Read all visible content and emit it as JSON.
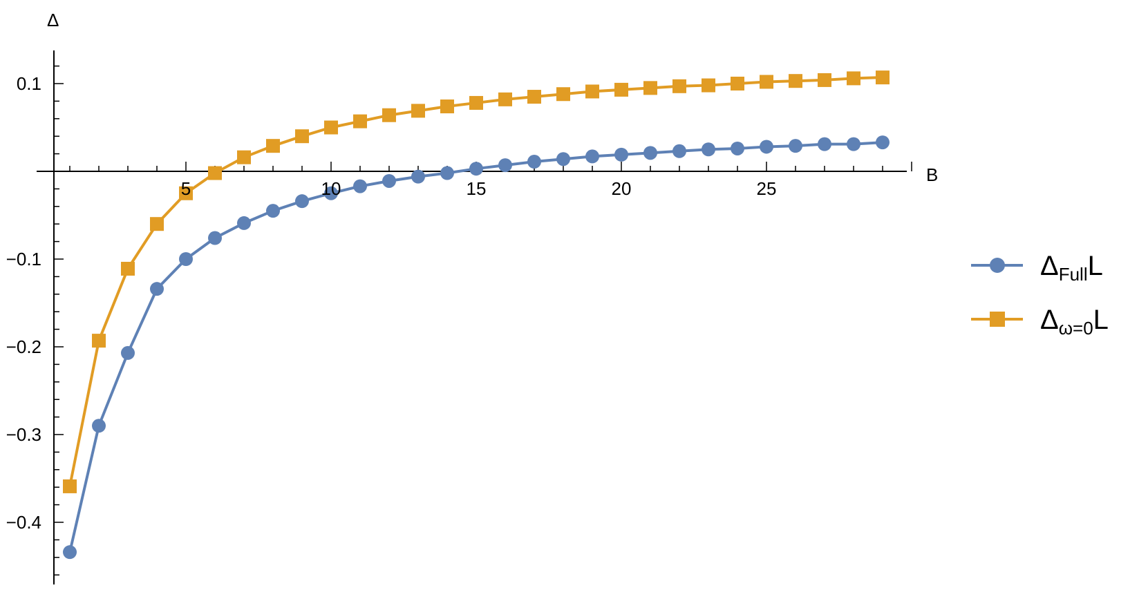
{
  "chart_data": {
    "type": "line",
    "title": "",
    "xlabel": "B",
    "ylabel": "Δ",
    "xlim": [
      0.45,
      30
    ],
    "ylim": [
      -0.46,
      0.14
    ],
    "x_ticks": [
      5,
      10,
      15,
      20,
      25
    ],
    "y_ticks": [
      0.1,
      -0.1,
      -0.2,
      -0.3,
      -0.4
    ],
    "y_tick_labels": [
      "0.1",
      "-0.1",
      "-0.2",
      "-0.3",
      "-0.4"
    ],
    "legend_position": "right",
    "x": [
      1,
      2,
      3,
      4,
      5,
      6,
      7,
      8,
      9,
      10,
      11,
      12,
      13,
      14,
      15,
      16,
      17,
      18,
      19,
      20,
      21,
      22,
      23,
      24,
      25,
      26,
      27,
      28,
      29
    ],
    "series": [
      {
        "name": "Δ_Full L",
        "legend_main": "Δ",
        "legend_sub": "Full",
        "legend_tail": "L",
        "marker": "circle",
        "color": "#5E81B5",
        "values": [
          -0.434,
          -0.29,
          -0.207,
          -0.134,
          -0.1,
          -0.076,
          -0.059,
          -0.045,
          -0.034,
          -0.025,
          -0.017,
          -0.011,
          -0.006,
          -0.002,
          0.003,
          0.007,
          0.011,
          0.014,
          0.017,
          0.019,
          0.021,
          0.023,
          0.025,
          0.026,
          0.028,
          0.029,
          0.031,
          0.031,
          0.033
        ]
      },
      {
        "name": "Δ_ω=0 L",
        "legend_main": "Δ",
        "legend_sub": "ω=0",
        "legend_tail": "L",
        "marker": "square",
        "color": "#E19C24",
        "values": [
          -0.359,
          -0.193,
          -0.111,
          -0.06,
          -0.025,
          -0.002,
          0.016,
          0.029,
          0.04,
          0.05,
          0.057,
          0.064,
          0.069,
          0.074,
          0.078,
          0.082,
          0.085,
          0.088,
          0.091,
          0.093,
          0.095,
          0.097,
          0.098,
          0.1,
          0.102,
          0.103,
          0.104,
          0.106,
          0.107
        ]
      }
    ]
  }
}
